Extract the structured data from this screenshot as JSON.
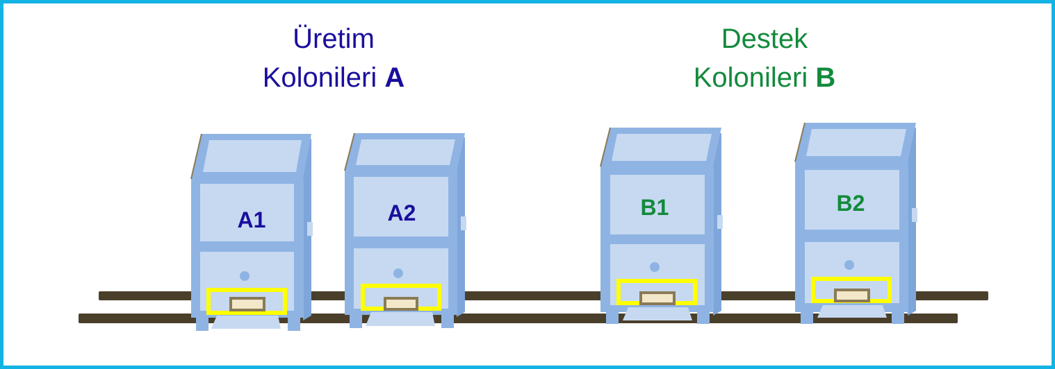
{
  "groups": {
    "production": {
      "line1": "Üretim",
      "line2_prefix": "Kolonileri ",
      "line2_letter": "A",
      "color": "#1a0f9c"
    },
    "support": {
      "line1": "Destek",
      "line2_prefix": "Kolonileri ",
      "line2_letter": "B",
      "color": "#138a3c"
    }
  },
  "hives": [
    {
      "label": "A1",
      "color": "#1a0f9c"
    },
    {
      "label": "A2",
      "color": "#1a0f9c"
    },
    {
      "label": "B1",
      "color": "#138a3c"
    },
    {
      "label": "B2",
      "color": "#138a3c"
    }
  ],
  "colors": {
    "frame": "#13b3e3",
    "hive_body": "#8fb4e3",
    "hive_panel": "#c6d9f1",
    "entrance_highlight": "#ffff00",
    "entrance_plate": "#f2e8c9",
    "entrance_border": "#8a7a55",
    "rail": "#4a3f2a"
  }
}
